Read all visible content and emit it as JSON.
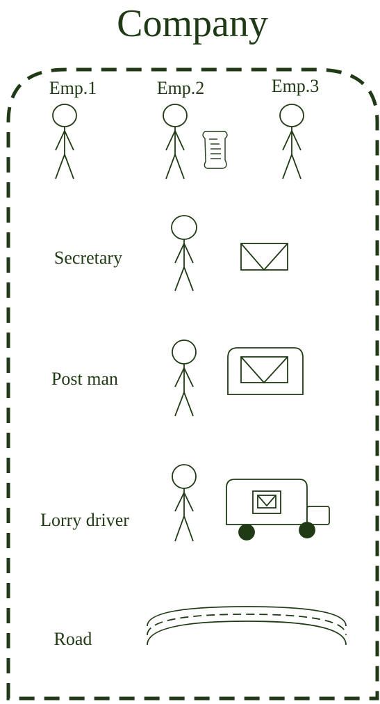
{
  "title": "Company",
  "employees": [
    "Emp.1",
    "Emp.2",
    "Emp.3"
  ],
  "roles": {
    "secretary": "Secretary",
    "postman": "Post man",
    "lorry_driver": "Lorry driver",
    "road": "Road"
  },
  "colors": {
    "ink": "#1f3a14",
    "background": "#ffffff"
  },
  "icons": {
    "employees": [
      "person-icon",
      "person-icon",
      "person-icon"
    ],
    "document": "document-icon",
    "letter": "envelope-icon",
    "mailbag": "mailbag-icon",
    "truck": "mail-truck-icon",
    "road": "road-icon"
  }
}
